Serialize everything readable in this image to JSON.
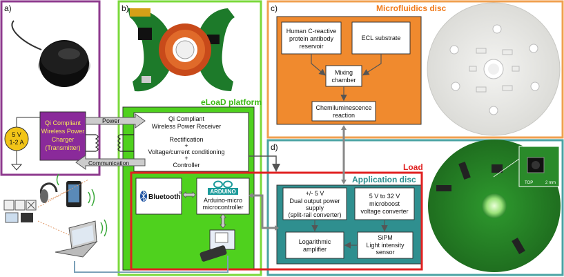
{
  "panel_labels": {
    "a": "a)",
    "b": "b)",
    "c": "c)",
    "d": "d)"
  },
  "titles": {
    "eload_platform": "eLoaD platform",
    "microfluidics_disc": "Microfluidics disc",
    "application_disc": "Application disc",
    "load": "Load"
  },
  "source": {
    "line1": "5 V",
    "line2": "1-2 A"
  },
  "charger": {
    "line1": "Qi Compliant",
    "line2": "Wireless Power",
    "line3": "Charger",
    "line4": "(Transmitter)"
  },
  "arrows": {
    "power": "Power",
    "communication": "Communication"
  },
  "receiver": {
    "line1": "Qi Compliant",
    "line2": "Wireless Power Receiver",
    "line3": "Rectification",
    "line4": "+",
    "line5": "Voltage/current conditioning",
    "line6": "+",
    "line7": "Controller"
  },
  "bluetooth": {
    "logo": "Bluetooth",
    "mark": "®"
  },
  "arduino": {
    "logo": "ARDUINO",
    "line1": "Arduino-micro",
    "line2": "microcontroller"
  },
  "microfluidics": {
    "reservoir": {
      "line1": "Human C-reactive",
      "line2": "protein antibody",
      "line3": "reservoir"
    },
    "ecl": "ECL substrate",
    "mixing": {
      "line1": "Mixing",
      "line2": "chamber"
    },
    "chemi": {
      "line1": "Chemiluminescence",
      "line2": "reaction"
    }
  },
  "application": {
    "dual": {
      "line1": "+/- 5 V",
      "line2": "Dual output power",
      "line3": "supply",
      "line4": "(split-rail converter)"
    },
    "boost": {
      "line1": "5 V to 32 V",
      "line2": "microboost",
      "line3": "voltage converter"
    },
    "log": {
      "line1": "Logarithmic",
      "line2": "amplifier"
    },
    "sipm": {
      "line1": "SiPM",
      "line2": "Light intensity",
      "line3": "sensor"
    }
  },
  "pcb_labels": {
    "top": "TOP",
    "scale": "2 mm"
  },
  "colors": {
    "panel_a": "#8e3a8e",
    "panel_b": "#7ad93a",
    "panel_c": "#f0a050",
    "panel_d": "#4aa3a3",
    "load": "#e02020",
    "eload_fill": "#4fd11e",
    "microfluidics_fill": "#f08a2e",
    "application_fill": "#2f8f8f",
    "charger_fill": "#8a2a9a",
    "source_fill": "#f2c418",
    "arrow_fill": "#cccccc"
  }
}
